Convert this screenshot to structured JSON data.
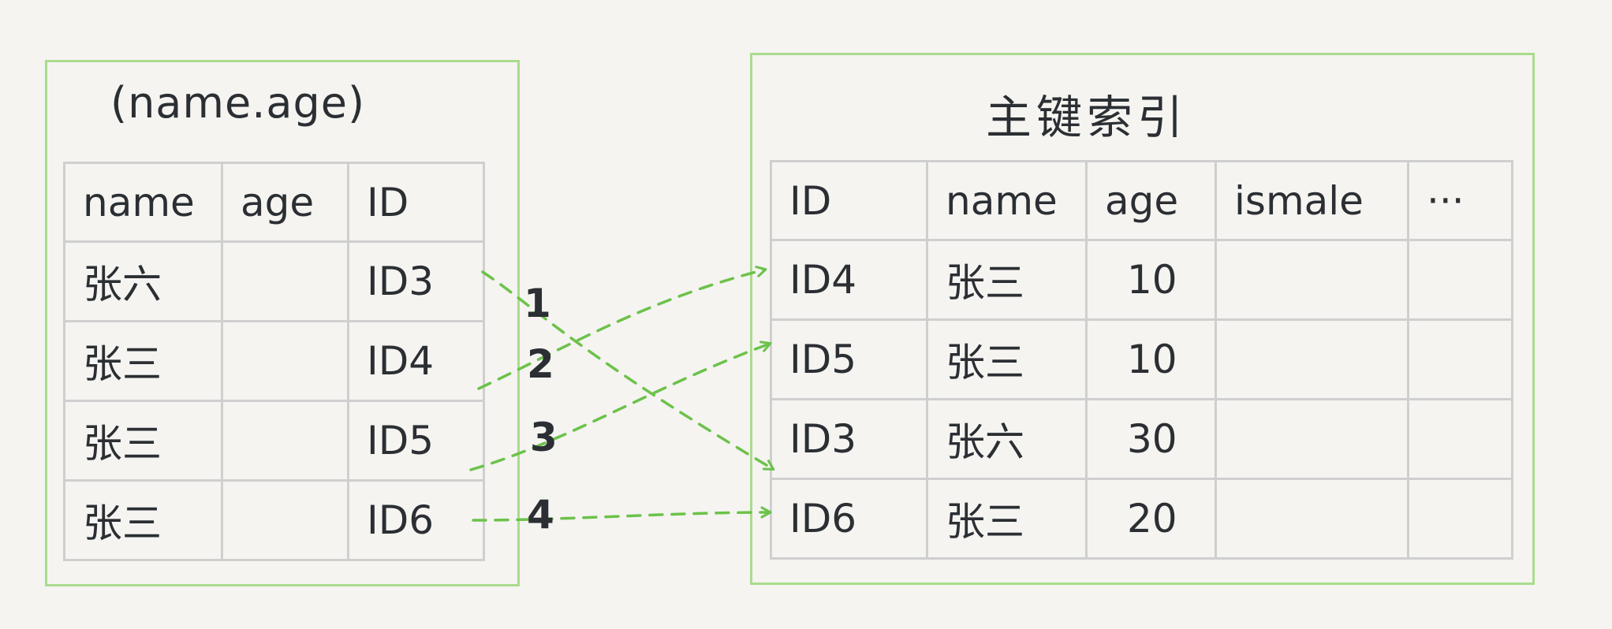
{
  "secondary_index": {
    "title": "(name.age)",
    "headers": [
      "name",
      "age",
      "ID"
    ],
    "rows": [
      [
        "张六",
        "",
        "ID3"
      ],
      [
        "张三",
        "",
        "ID4"
      ],
      [
        "张三",
        "",
        "ID5"
      ],
      [
        "张三",
        "",
        "ID6"
      ]
    ]
  },
  "primary_index": {
    "title": "主键索引",
    "headers": [
      "ID",
      "name",
      "age",
      "ismale",
      "···"
    ],
    "rows": [
      [
        "ID4",
        "张三",
        "10",
        "",
        ""
      ],
      [
        "ID5",
        "张三",
        "10",
        "",
        ""
      ],
      [
        "ID3",
        "张六",
        "30",
        "",
        ""
      ],
      [
        "ID6",
        "张三",
        "20",
        "",
        ""
      ]
    ]
  },
  "lookup_arrows": [
    {
      "label": "1",
      "from": "ID3",
      "to": "ID3"
    },
    {
      "label": "2",
      "from": "ID4",
      "to": "ID4"
    },
    {
      "label": "3",
      "from": "ID5",
      "to": "ID5"
    },
    {
      "label": "4",
      "from": "ID6",
      "to": "ID6"
    }
  ],
  "colors": {
    "frame_border": "#a9dc8c",
    "arrow": "#6cc24a",
    "grid_line": "#cfcfcf",
    "background": "#f5f4f1",
    "text": "#2b2f33"
  }
}
